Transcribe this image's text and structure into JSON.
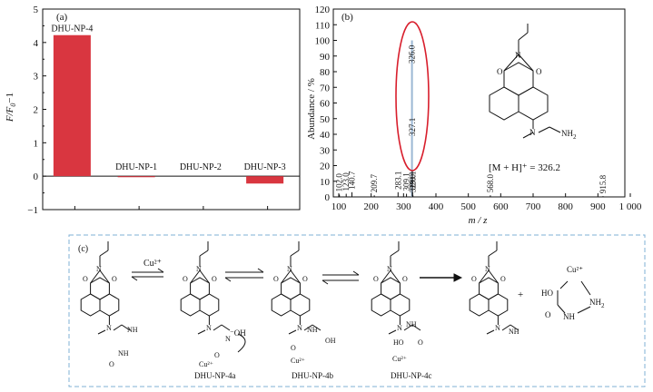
{
  "chart_data": [
    {
      "type": "bar",
      "panel_label": "(a)",
      "ylabel_main": "F/F",
      "ylabel_sub": "0",
      "ylabel_tail": "−1",
      "ylim": [
        -1,
        5
      ],
      "yticks": [
        "−1",
        "0",
        "1",
        "2",
        "3",
        "4",
        "5"
      ],
      "categories": [
        "DHU-NP-4",
        "DHU-NP-1",
        "DHU-NP-2",
        "DHU-NP-3"
      ],
      "values": [
        4.22,
        -0.03,
        0.0,
        -0.22
      ],
      "bar_color": "#d93640"
    },
    {
      "type": "bar",
      "panel_label": "(b)",
      "xlabel": "m / z",
      "ylabel": "Abundance / %",
      "xlim": [
        100,
        1000
      ],
      "ylim": [
        0,
        120
      ],
      "xticks": [
        "100",
        "200",
        "300",
        "400",
        "500",
        "600",
        "700",
        "800",
        "900",
        "1 000"
      ],
      "yticks": [
        "0",
        "10",
        "20",
        "30",
        "40",
        "50",
        "60",
        "70",
        "80",
        "90",
        "100",
        "110",
        "120"
      ],
      "peaks": [
        {
          "x": 102.0,
          "y": 1.5,
          "label": "102.0"
        },
        {
          "x": 123.0,
          "y": 2.0,
          "label": "123.0"
        },
        {
          "x": 140.7,
          "y": 3.0,
          "label": "140.7"
        },
        {
          "x": 209.7,
          "y": 1.0,
          "label": "209.7"
        },
        {
          "x": 283.1,
          "y": 3.0,
          "label": "283.1"
        },
        {
          "x": 309.1,
          "y": 2.0,
          "label": "309.1"
        },
        {
          "x": 326.0,
          "y": 100,
          "label": "326.0"
        },
        {
          "x": 327.1,
          "y": 17,
          "label": "327.1"
        },
        {
          "x": 328.1,
          "y": 3.0,
          "label": "328.1"
        },
        {
          "x": 329.0,
          "y": 1.0,
          "label": "329.0"
        },
        {
          "x": 568.0,
          "y": 1.0,
          "label": "568.0"
        },
        {
          "x": 915.8,
          "y": 0.5,
          "label": "915.8"
        }
      ],
      "ion_label": "[M + H]⁺ = 326.2",
      "highlight_color": "#d81e2c",
      "peak_color": "#9bb7d4"
    }
  ],
  "scheme": {
    "panel_label": "(c)",
    "cu_label": "Cu²⁺",
    "oh_label": "⁻OH",
    "plus_sign": "+",
    "compounds": [
      "DHU-NP-4a",
      "DHU-NP-4b",
      "DHU-NP-4c"
    ],
    "nh2": "NH",
    "sub2": "2",
    "nh": "NH",
    "n": "N",
    "o": "O",
    "h": "H",
    "ho": "HO",
    "oh": "OH",
    "cu": "Cu"
  }
}
